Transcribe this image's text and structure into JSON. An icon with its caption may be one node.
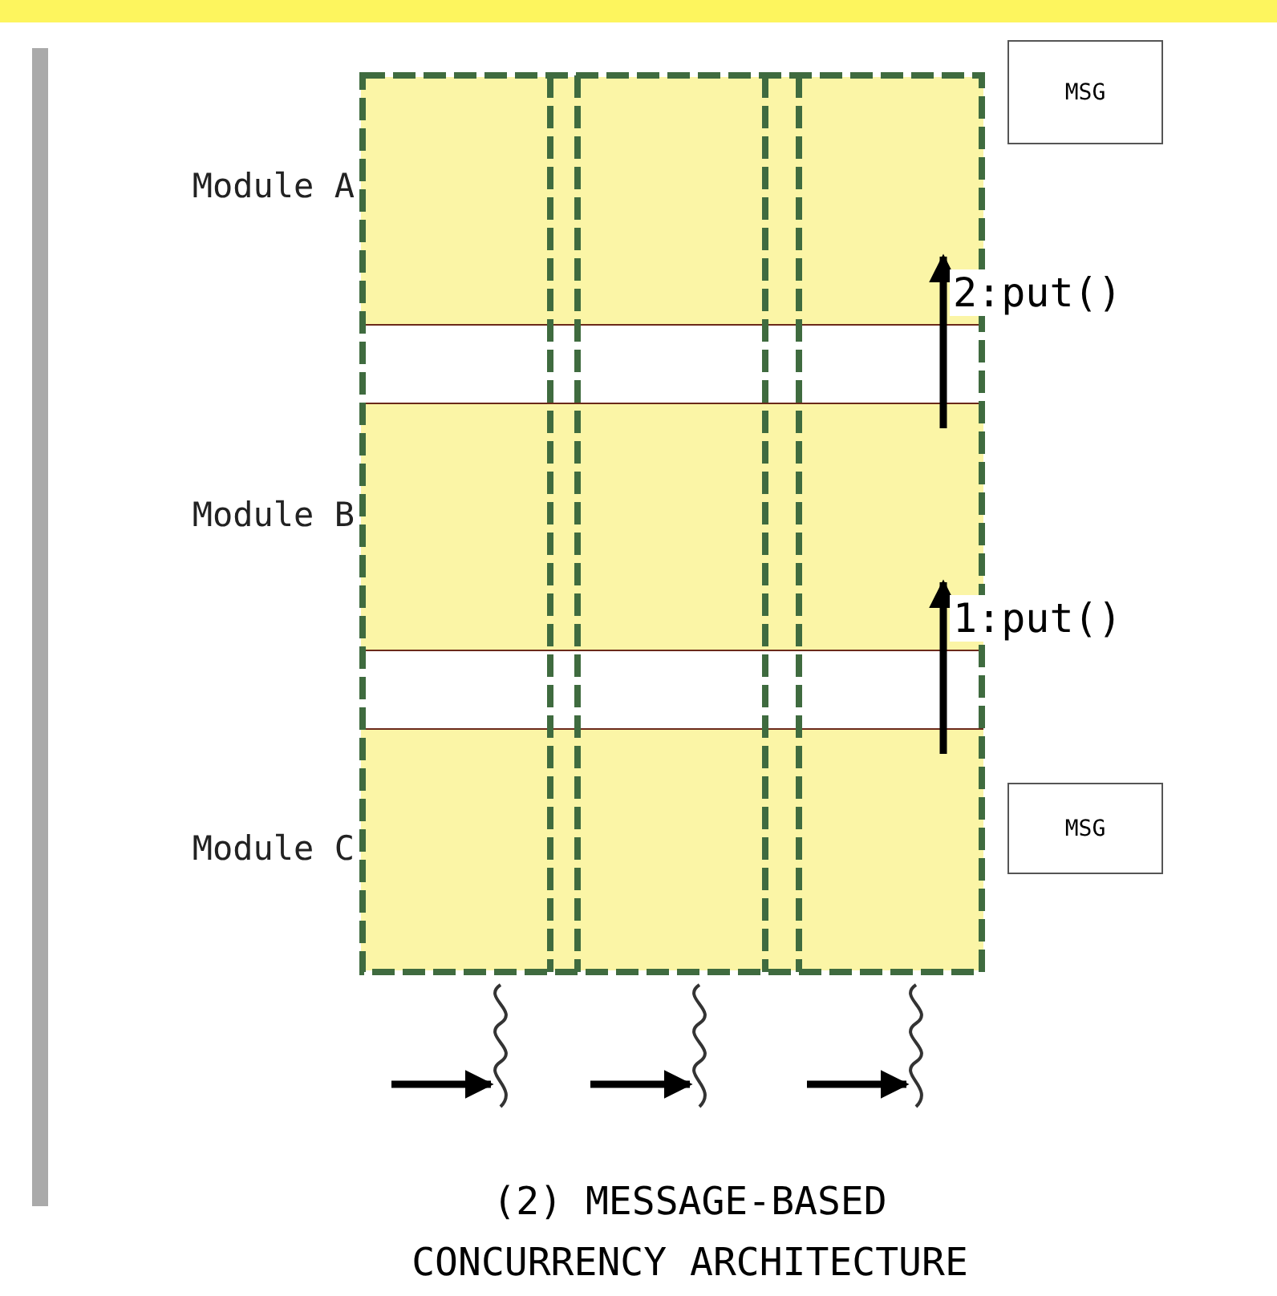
{
  "diagram": {
    "caption": "(2) MESSAGE-BASED CONCURRENCY ARCHITECTURE",
    "nodes": [
      {
        "text": [
          "Module A"
        ]
      },
      {
        "text": [
          "Module B"
        ]
      },
      {
        "text": [
          "Module C"
        ]
      },
      {
        "text": [
          "MSG"
        ]
      },
      {
        "text": [
          "MSG"
        ]
      },
      {
        "text": [],
        "shape": "wave"
      },
      {
        "text": [],
        "shape": "wave"
      },
      {
        "text": [],
        "shape": "wave"
      }
    ],
    "edges": [
      {
        "from": 2,
        "to": 1,
        "arrow": "to",
        "label": "1:put()"
      },
      {
        "from": 1,
        "to": 0,
        "arrow": "to",
        "label": "2:put()"
      },
      {
        "from": null,
        "to": 5,
        "arrow": "to"
      },
      {
        "from": null,
        "to": 6,
        "arrow": "to"
      },
      {
        "from": null,
        "to": 7,
        "arrow": "to"
      }
    ]
  }
}
